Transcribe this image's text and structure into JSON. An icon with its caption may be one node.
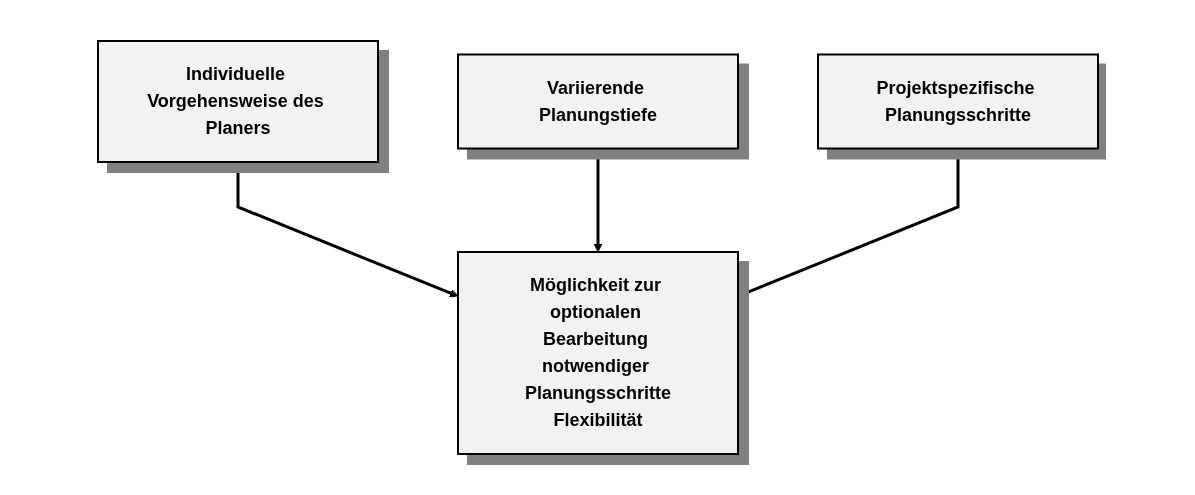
{
  "diagram": {
    "nodes": [
      {
        "text": [
          "Individuelle Vorgehensweise des Planers"
        ]
      },
      {
        "text": [
          "Variierende Planungstiefe"
        ]
      },
      {
        "text": [
          "Projektspezifische Planungsschritte"
        ]
      },
      {
        "text": [
          "Möglichkeit zur optionalen Bearbeitung notwendiger Planungsschritte",
          "Flexibilität"
        ]
      }
    ],
    "edges": [
      {
        "from": 0,
        "to": 3,
        "arrow": "to"
      },
      {
        "from": 1,
        "to": 3,
        "arrow": "to"
      },
      {
        "from": 2,
        "to": 3,
        "arrow": "to"
      }
    ]
  }
}
